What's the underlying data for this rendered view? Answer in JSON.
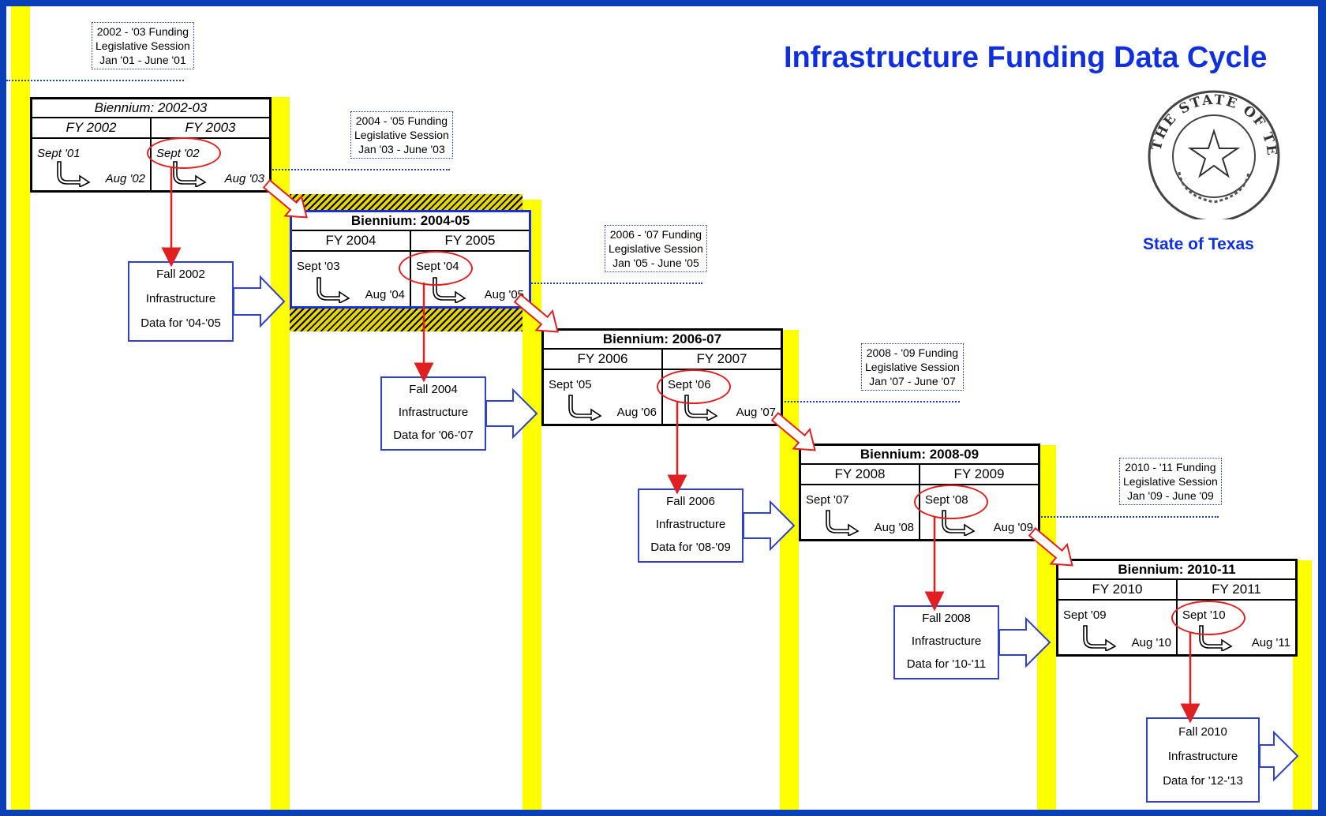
{
  "title": "Infrastructure Funding Data Cycle",
  "seal": {
    "label": "State of Texas",
    "ring_text": "THE STATE OF TEXAS"
  },
  "colors": {
    "band": "#ffff00",
    "accent": "#1030e0",
    "arrow_red": "#e02020",
    "box_blue": "#3040d0"
  },
  "sessions": [
    {
      "line1": "2002 - '03 Funding",
      "line2": "Legislative Session",
      "line3": "Jan '01 - June '01"
    },
    {
      "line1": "2004 - '05 Funding",
      "line2": "Legislative Session",
      "line3": "Jan '03 - June '03"
    },
    {
      "line1": "2006 - '07 Funding",
      "line2": "Legislative Session",
      "line3": "Jan '05 - June '05"
    },
    {
      "line1": "2008 - '09 Funding",
      "line2": "Legislative Session",
      "line3": "Jan '07 - June '07"
    },
    {
      "line1": "2010 - '11 Funding",
      "line2": "Legislative Session",
      "line3": "Jan '09 - June '09"
    }
  ],
  "biennia": [
    {
      "title": "Biennium: 2002-03",
      "fy1": "FY 2002",
      "fy2": "FY 2003",
      "s1": "Sept '01",
      "a1": "Aug '02",
      "s2": "Sept '02",
      "a2": "Aug '03"
    },
    {
      "title": "Biennium: 2004-05",
      "fy1": "FY 2004",
      "fy2": "FY 2005",
      "s1": "Sept '03",
      "a1": "Aug '04",
      "s2": "Sept '04",
      "a2": "Aug '05"
    },
    {
      "title": "Biennium: 2006-07",
      "fy1": "FY 2006",
      "fy2": "FY 2007",
      "s1": "Sept '05",
      "a1": "Aug '06",
      "s2": "Sept '06",
      "a2": "Aug '07"
    },
    {
      "title": "Biennium: 2008-09",
      "fy1": "FY 2008",
      "fy2": "FY 2009",
      "s1": "Sept '07",
      "a1": "Aug '08",
      "s2": "Sept '08",
      "a2": "Aug '09"
    },
    {
      "title": "Biennium: 2010-11",
      "fy1": "FY 2010",
      "fy2": "FY 2011",
      "s1": "Sept '09",
      "a1": "Aug '10",
      "s2": "Sept '10",
      "a2": "Aug '11"
    }
  ],
  "fall_boxes": [
    {
      "line1": "Fall 2002",
      "line2": "Infrastructure",
      "line3": "Data for '04-'05"
    },
    {
      "line1": "Fall 2004",
      "line2": "Infrastructure",
      "line3": "Data for '06-'07"
    },
    {
      "line1": "Fall 2006",
      "line2": "Infrastructure",
      "line3": "Data for '08-'09"
    },
    {
      "line1": "Fall 2008",
      "line2": "Infrastructure",
      "line3": "Data for '10-'11"
    },
    {
      "line1": "Fall 2010",
      "line2": "Infrastructure",
      "line3": "Data for '12-'13"
    }
  ]
}
